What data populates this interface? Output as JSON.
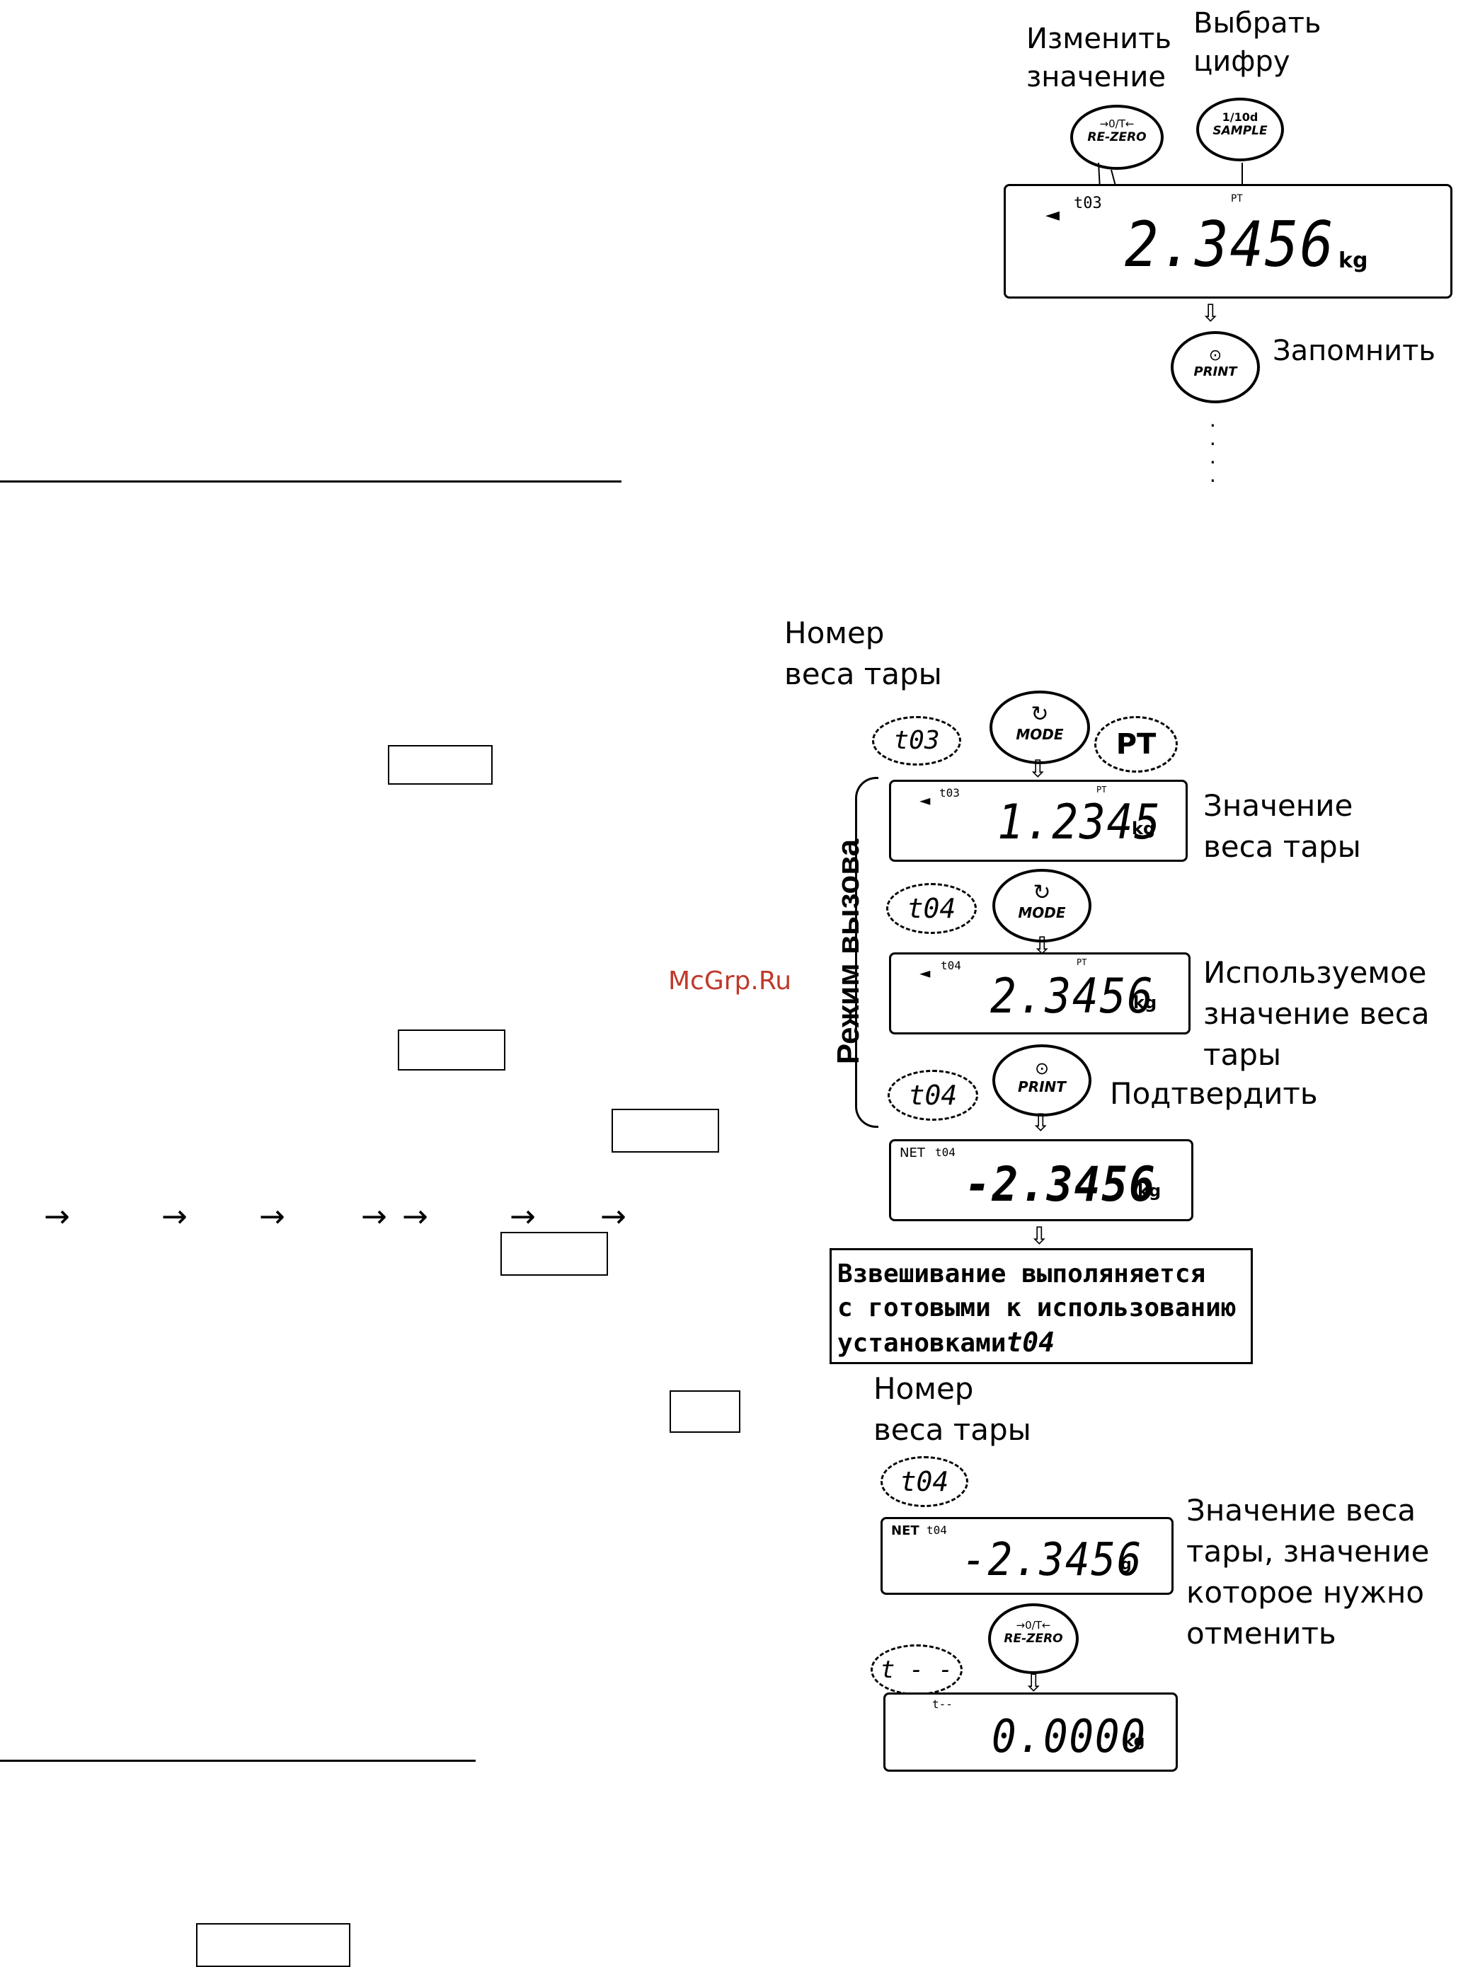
{
  "top_diagram": {
    "change_value_label": "Изменить\nзначение",
    "select_digit_label": "Выбрать\nцифру",
    "rezero_button": {
      "symbol": "→0/T←",
      "label": "RE-ZERO"
    },
    "sample_button": {
      "symbol": "1/10d",
      "label": "SAMPLE"
    },
    "display": {
      "tare_no": "t03",
      "pt_mark": "PT",
      "value": "2.3456",
      "unit": "kg"
    },
    "print_button": {
      "symbol": "⊙",
      "label": "PRINT"
    },
    "store_label": "Запомнить"
  },
  "main_diagram": {
    "tare_number_label": "Номер\nвеса тары",
    "bubble_t03": "t03",
    "mode_button": {
      "symbol": "↻",
      "label": "MODE"
    },
    "pt_bubble": "PT",
    "recall_mode_label": "Режим вызова",
    "display1": {
      "tare_no": "t03",
      "pt_mark": "PT",
      "value": "1.2345",
      "unit": "kg"
    },
    "tare_value_label": "Значение\nвеса тары",
    "bubble_t04_a": "t04",
    "mode_button2": {
      "symbol": "↻",
      "label": "MODE"
    },
    "display2": {
      "tare_no": "t04",
      "pt_mark": "PT",
      "value": "2.3456",
      "unit": "kg"
    },
    "used_value_label": "Используемое\nзначение веса\nтары",
    "bubble_t04_b": "t04",
    "print_button": {
      "symbol": "⊙",
      "label": "PRINT"
    },
    "confirm_label": "Подтвердить",
    "display3": {
      "net": "NET",
      "tare_no": "t04",
      "value": "-2.3456",
      "unit": "kg"
    },
    "note_box": "Взвешивание выполяняется\nс готовыми к использованию\nустановками",
    "note_box_code": "t04"
  },
  "cancel_diagram": {
    "tare_number_label": "Номер\nвеса тары",
    "bubble_t04": "t04",
    "display4": {
      "net": "NET",
      "tare_no": "t04",
      "value": "-2.3456",
      "unit": "g"
    },
    "cancel_value_label": "Значение веса\nтары, значение\nкоторое нужно\nотменить",
    "bubble_tdash": "t - -",
    "rezero_button": {
      "symbol": "→0/T←",
      "label": "RE-ZERO"
    },
    "display5": {
      "tare_no": "t--",
      "value": "0.0000",
      "unit": "kg"
    }
  },
  "watermark": "McGrp.Ru",
  "arrows_row": [
    "→",
    "→",
    "→",
    "→",
    "→",
    "→",
    "→"
  ]
}
